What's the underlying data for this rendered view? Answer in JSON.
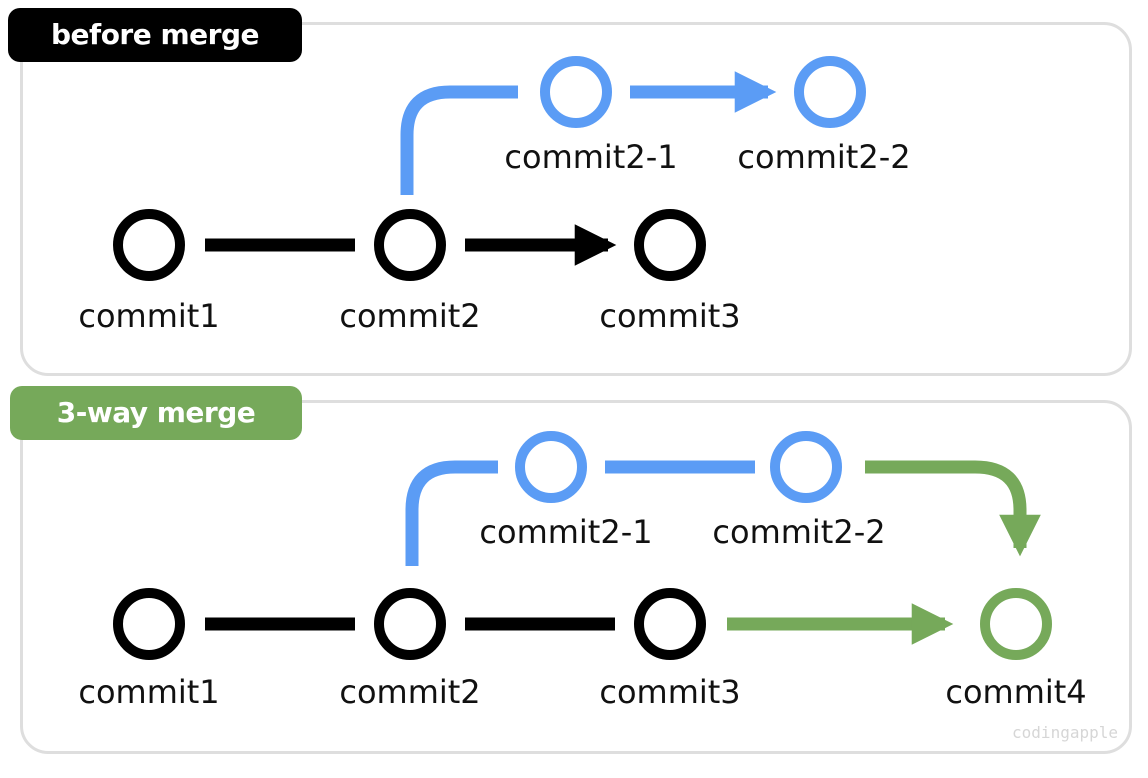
{
  "colors": {
    "black": "#000000",
    "blue": "#5b9cf5",
    "green": "#76a95a",
    "panel_border": "#dedede",
    "watermark": "#d6d6d6"
  },
  "before": {
    "tag": "before merge",
    "labels": {
      "commit1": "commit1",
      "commit2": "commit2",
      "commit3": "commit3",
      "commit2_1": "commit2-1",
      "commit2_2": "commit2-2"
    }
  },
  "merge": {
    "tag": "3-way merge",
    "labels": {
      "commit1": "commit1",
      "commit2": "commit2",
      "commit3": "commit3",
      "commit2_1": "commit2-1",
      "commit2_2": "commit2-2",
      "commit4": "commit4"
    }
  },
  "watermark": "codingapple"
}
